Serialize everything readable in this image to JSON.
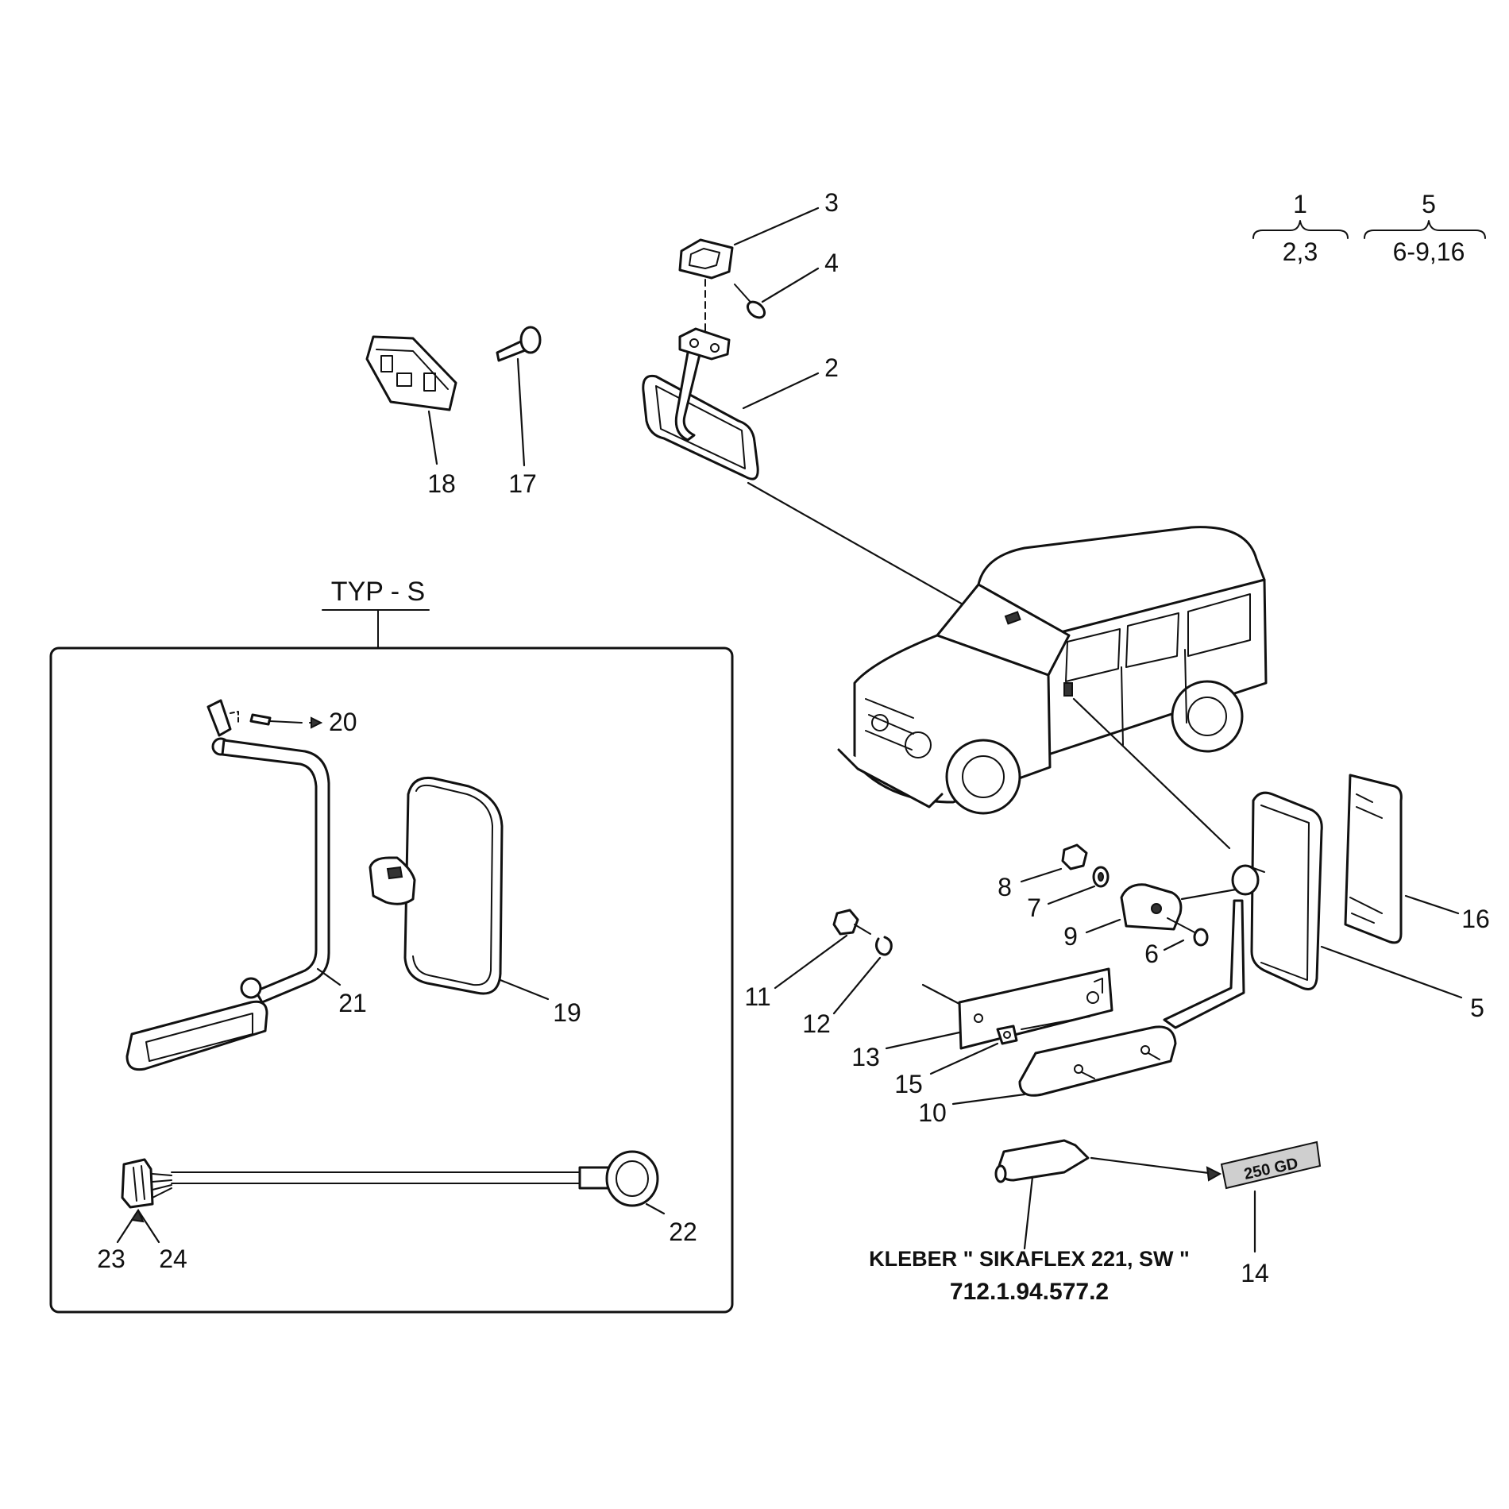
{
  "diagram": {
    "callouts": {
      "c1": "1",
      "c2": "2",
      "c3": "3",
      "c4": "4",
      "c5": "5",
      "c5b": "5",
      "c6": "6",
      "c7": "7",
      "c8": "8",
      "c9": "9",
      "c10": "10",
      "c11": "11",
      "c12": "12",
      "c13": "13",
      "c14": "14",
      "c15": "15",
      "c16": "16",
      "c17": "17",
      "c18": "18",
      "c19": "19",
      "c20": "20",
      "c21": "21",
      "c22": "22",
      "c23": "23",
      "c24": "24"
    },
    "groups": {
      "group1_children": "2,3",
      "group5_children": "6-9,16"
    },
    "typ_s": {
      "title": "TYP - S"
    },
    "badge_text": "250 GD",
    "adhesive": {
      "label": "KLEBER \" SIKAFLEX 221, SW \"",
      "part_number": "712.1.94.577.2"
    }
  }
}
